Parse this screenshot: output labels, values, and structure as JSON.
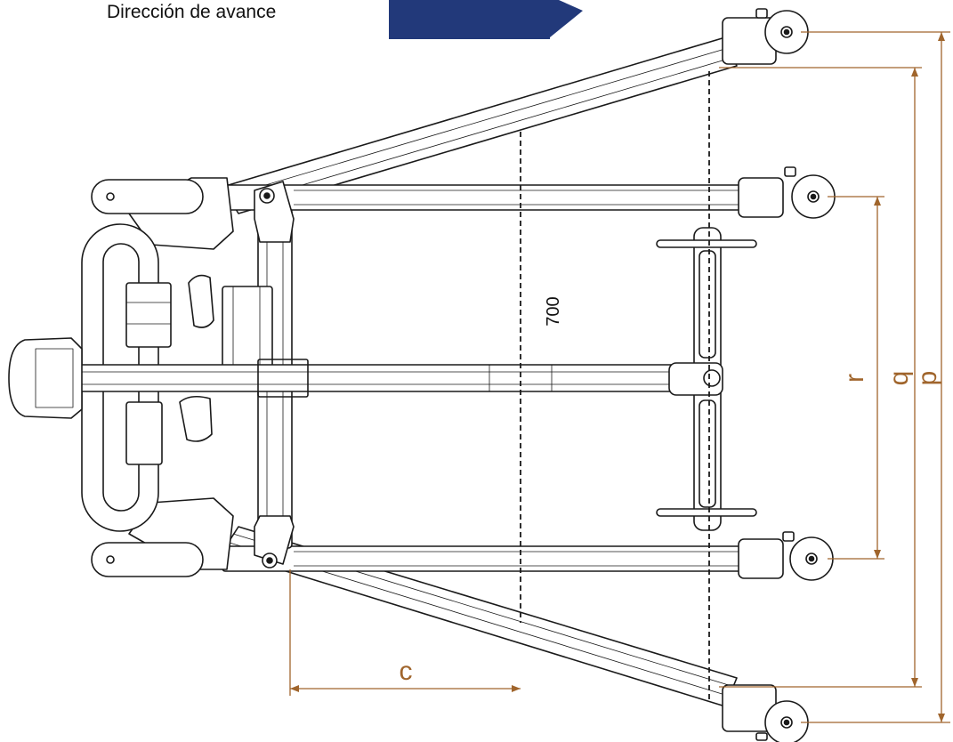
{
  "caption": "Dirección de avance",
  "colors": {
    "arrow": "#22397a",
    "dimension": "#a0652c",
    "line": "#1a1a1a"
  },
  "labels": {
    "dim_700": "700",
    "dim_c": "c",
    "dim_p": "p",
    "dim_q": "q",
    "dim_r": "r"
  }
}
